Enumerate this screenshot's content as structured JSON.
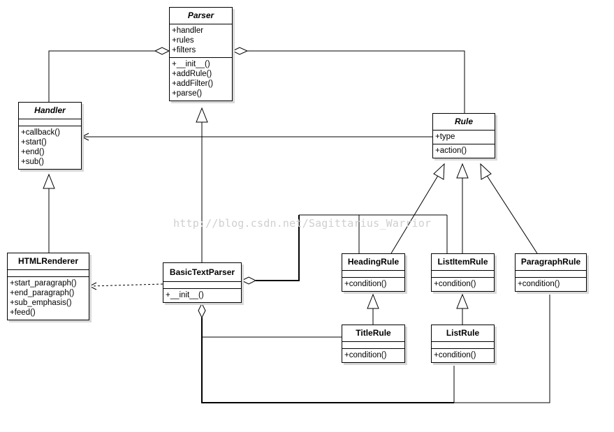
{
  "watermark": "http://blog.csdn.net/Sagittarius_Warrior",
  "classes": {
    "parser": {
      "name": "Parser",
      "attributes": [
        "+handler",
        "+rules",
        "+filters"
      ],
      "methods": [
        "+__init__()",
        "+addRule()",
        "+addFilter()",
        "+parse()"
      ]
    },
    "handler": {
      "name": "Handler",
      "methods": [
        "+callback()",
        "+start()",
        "+end()",
        "+sub()"
      ]
    },
    "rule": {
      "name": "Rule",
      "attributes": [
        "+type"
      ],
      "methods": [
        "+action()"
      ]
    },
    "html_renderer": {
      "name": "HTMLRenderer",
      "methods": [
        "+start_paragraph()",
        "+end_paragraph()",
        "+sub_emphasis()",
        "+feed()"
      ]
    },
    "basic_text_parser": {
      "name": "BasicTextParser",
      "methods": [
        "+__init__()"
      ]
    },
    "heading_rule": {
      "name": "HeadingRule",
      "methods": [
        "+condition()"
      ]
    },
    "list_item_rule": {
      "name": "ListItemRule",
      "methods": [
        "+condition()"
      ]
    },
    "paragraph_rule": {
      "name": "ParagraphRule",
      "methods": [
        "+condition()"
      ]
    },
    "title_rule": {
      "name": "TitleRule",
      "methods": [
        "+condition()"
      ]
    },
    "list_rule": {
      "name": "ListRule",
      "methods": [
        "+condition()"
      ]
    }
  }
}
